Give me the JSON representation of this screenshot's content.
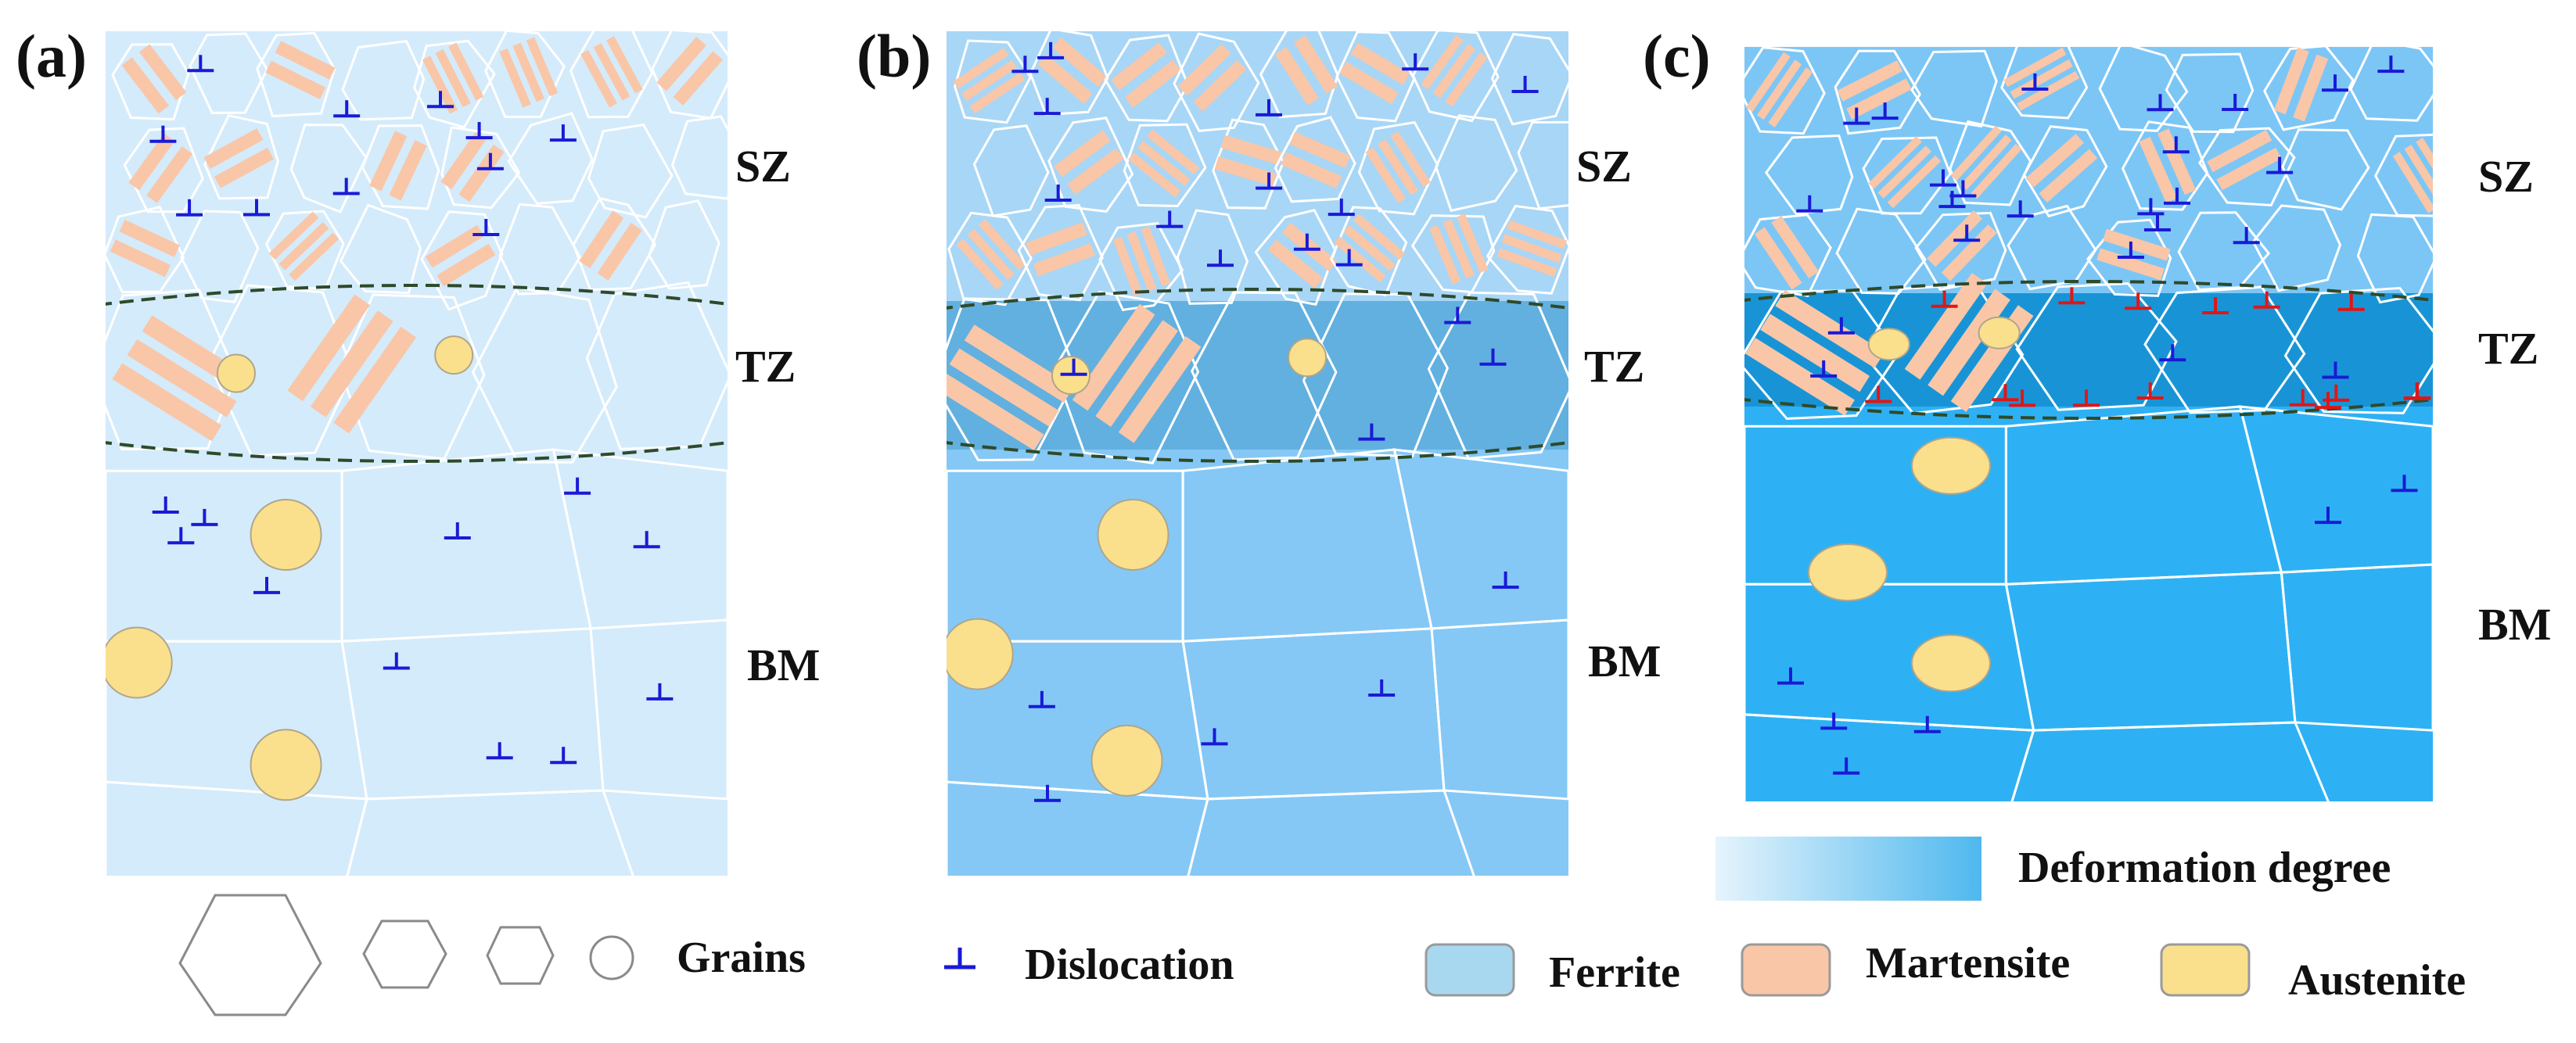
{
  "panels": [
    {
      "id": "a",
      "label": "(a)",
      "zones": {
        "sz": "SZ",
        "tz": "TZ",
        "bm": "BM"
      }
    },
    {
      "id": "b",
      "label": "(b)",
      "zones": {
        "sz": "SZ",
        "tz": "TZ",
        "bm": "BM"
      }
    },
    {
      "id": "c",
      "label": "(c)",
      "zones": {
        "sz": "SZ",
        "tz": "TZ",
        "bm": "BM"
      }
    }
  ],
  "legend": {
    "grains": "Grains",
    "dislocation": "Dislocation",
    "ferrite": "Ferrite",
    "martensite": "Martensite",
    "austenite": "Austenite",
    "deformation_degree": "Deformation degree"
  },
  "colors": {
    "martensite": "#f9c6a8",
    "austenite": "#fae08d",
    "austenite_stroke": "#b0a58a",
    "ferrite_legend": "#a8d8f0",
    "dislocation_blue": "#1a1ad6",
    "dislocation_red": "#e01616",
    "boundary_dashed": "#2e4a2a",
    "gradient_start": "#e6f4fc",
    "gradient_end": "#4fb8ee",
    "panel_a": {
      "sz": "#d4ebfb",
      "tz": "#d4ebfb",
      "bm": "#d4ebfb"
    },
    "panel_b": {
      "sz": "#a8d6f6",
      "tz": "#62b0df",
      "bm": "#85c8f5"
    },
    "panel_c": {
      "sz": "#7cc6f6",
      "tz": "#1894d6",
      "bm": "#2eb1f4"
    }
  }
}
